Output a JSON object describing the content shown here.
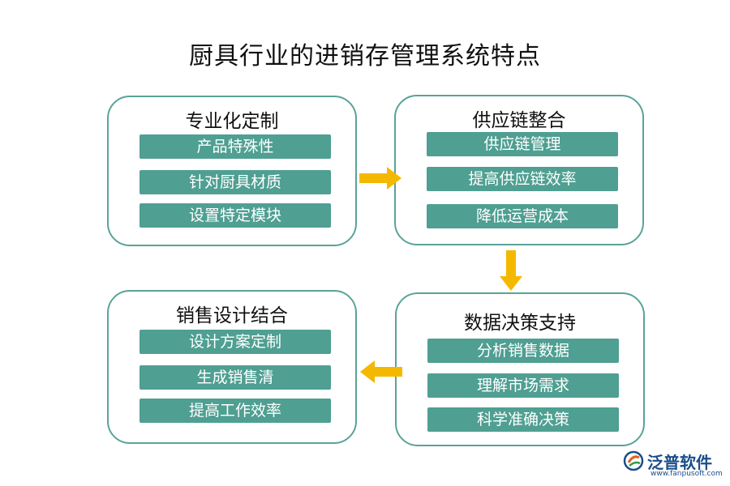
{
  "title": "厨具行业的进销存管理系统特点",
  "colors": {
    "border": "#5aa398",
    "item_fill": "#4f9f92",
    "arrow": "#f5b800"
  },
  "boxes": [
    {
      "title": "专业化定制",
      "items": [
        "产品特殊性",
        "针对厨具材质",
        "设置特定模块"
      ]
    },
    {
      "title": "供应链整合",
      "items": [
        "供应链管理",
        "提高供应链效率",
        "降低运营成本"
      ]
    },
    {
      "title": "数据决策支持",
      "items": [
        "分析销售数据",
        "理解市场需求",
        "科学准确决策"
      ]
    },
    {
      "title": "销售设计结合",
      "items": [
        "设计方案定制",
        "生成销售清",
        "提高工作效率"
      ]
    }
  ],
  "logo": {
    "name": "泛普软件",
    "url": "www.fanpusoft.com",
    "icon": "fanpu-logo-icon"
  }
}
